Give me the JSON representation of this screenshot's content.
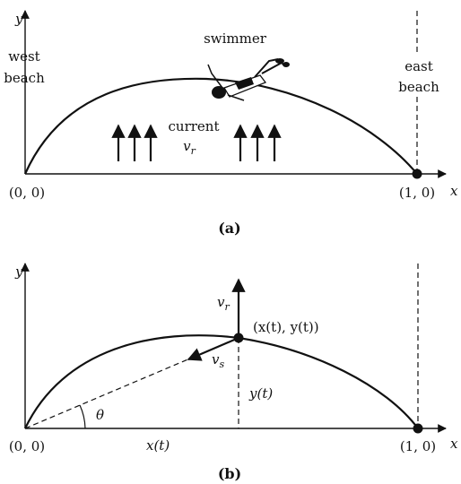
{
  "panel_a": {
    "y_label": "y",
    "x_label": "x",
    "west_beach": [
      "west",
      "beach"
    ],
    "east_beach": [
      "east",
      "beach"
    ],
    "swimmer": "swimmer",
    "current": "current",
    "current_symbol": "v",
    "current_sub": "r",
    "origin": "(0, 0)",
    "end": "(1, 0)",
    "caption": "(a)"
  },
  "panel_b": {
    "y_label": "y",
    "x_label": "x",
    "vr_symbol": "v",
    "vr_sub": "r",
    "vs_symbol": "v",
    "vs_sub": "s",
    "point": "(x(t), y(t))",
    "yt": "y(t)",
    "xt": "x(t)",
    "theta": "θ",
    "origin": "(0, 0)",
    "end": "(1, 0)",
    "caption": "(b)"
  }
}
